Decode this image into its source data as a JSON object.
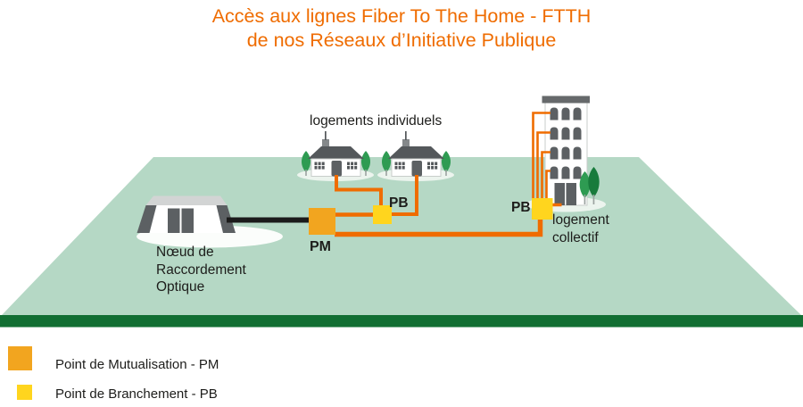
{
  "title": {
    "line1": "Accès aux lignes Fiber To The Home - FTTH",
    "line2": "de nos Réseaux d’Initiative Publique"
  },
  "labels": {
    "individual_homes": "logements individuels",
    "collective_home_line1": "logement",
    "collective_home_line2": "collectif",
    "nro_line1": "Nœud de",
    "nro_line2": "Raccordement",
    "nro_line3": "Optique",
    "pm": "PM",
    "pb_houses": "PB",
    "pb_building": "PB"
  },
  "legend": {
    "items": [
      {
        "id": "pm",
        "label": "Point de Mutualisation - PM",
        "color": "#F2A51F"
      },
      {
        "id": "pb",
        "label": "Point de Branchement - PB",
        "color": "#FFD51E"
      }
    ]
  },
  "colors": {
    "accent_orange": "#EF6C00",
    "pm_orange": "#F2A51F",
    "pb_yellow": "#FFD51E",
    "ground_green": "#B5D8C5",
    "ground_edge_green": "#126F33",
    "tree_green": "#2E9B52",
    "tree_dark_green": "#187B3C",
    "roof_gray": "#54585B",
    "panel_gray": "#5C6063",
    "text_black": "#1D1D1B",
    "cable_black": "#1B1B1B"
  }
}
